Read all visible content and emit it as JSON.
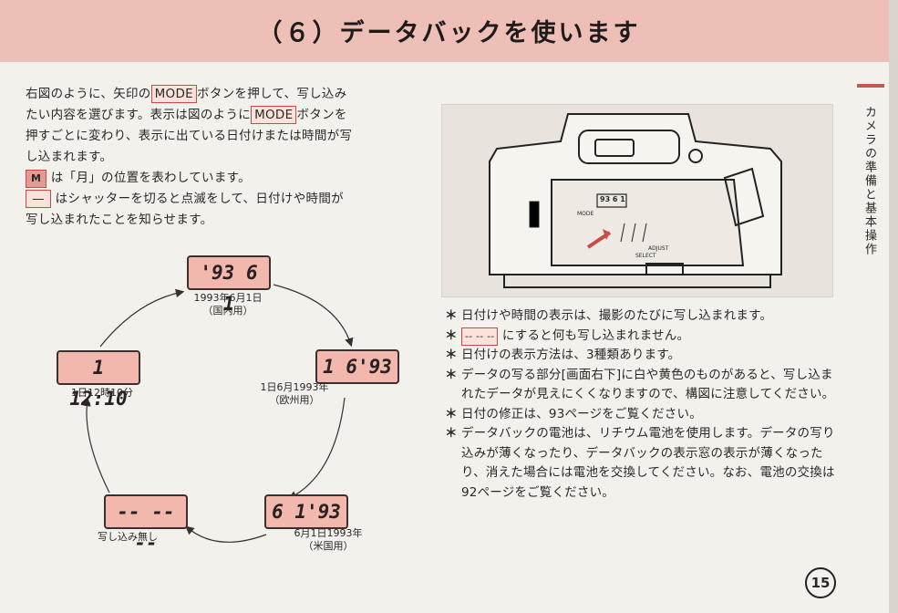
{
  "header": {
    "title": "（６）データバックを使います"
  },
  "intro": {
    "line1_a": "右図のように、矢印の",
    "mode_label": "MODE",
    "line1_b": "ボタンを押して、写し込み",
    "line2_a": "たい内容を選びます。表示は図のように",
    "line2_b": "ボタンを",
    "line3": "押すごとに変わり、表示に出ている日付けまたは時間が写",
    "line4": "し込まれます。",
    "m_icon": "M",
    "m_text": "は「月」の位置を表わしています。",
    "dash_icon": "—",
    "dash_text_1": "はシャッターを切ると点滅をして、日付けや時間が",
    "dash_text_2": "写し込まれたことを知らせます。"
  },
  "cycle": {
    "top": {
      "display": "'93 6 1",
      "caption": "1993年6月1日",
      "sub": "（国内用）"
    },
    "left": {
      "display": "1 12:10",
      "caption": "1日12時10分"
    },
    "right": {
      "display": "1 6'93",
      "caption": "1日6月1993年",
      "sub": "（欧州用）"
    },
    "bottom_left": {
      "display": "-- -- --",
      "caption": "写し込み無し"
    },
    "bottom_right": {
      "display": "6 1'93",
      "caption": "6月1日1993年",
      "sub": "（米国用）"
    }
  },
  "camera": {
    "mode_label": "MODE",
    "adjust_label": "ADJUST",
    "select_label": "SELECT",
    "lcd_text": "93 6 1"
  },
  "notes": [
    {
      "mark": "＊",
      "text": "日付けや時間の表示は、撮影のたびに写し込まれます。"
    },
    {
      "mark": "＊",
      "box": "-- -- --",
      "text": "にすると何も写し込まれません。"
    },
    {
      "mark": "＊",
      "text": "日付けの表示方法は、3種類あります。"
    },
    {
      "mark": "＊",
      "text": "データの写る部分[画面右下]に白や黄色のものがあると、写し込まれたデータが見えにくくなりますので、構図に注意してください。"
    },
    {
      "mark": "＊",
      "text": "日付の修正は、93ページをご覧ください。"
    },
    {
      "mark": "＊",
      "text": "データバックの電池は、リチウム電池を使用します。データの写り込みが薄くなったり、データバックの表示窓の表示が薄くなったり、消えた場合には電池を交換してください。なお、電池の交換は92ページをご覧ください。"
    }
  ],
  "side_tab": "カメラの準備と基本操作",
  "page_number": "15"
}
